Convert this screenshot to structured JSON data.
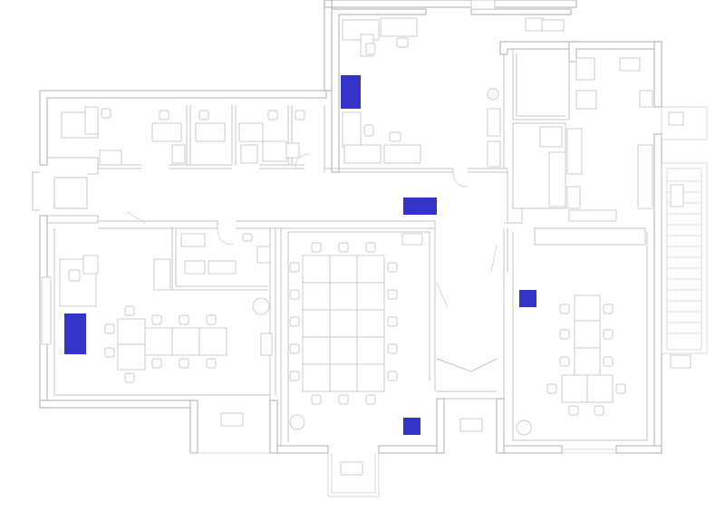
{
  "colors": {
    "marker": "#3434c8",
    "wall_line": "#bcbcbc",
    "furniture_line": "#c8c8c8",
    "background": "#ffffff"
  },
  "markers": [
    {
      "id": "marker-upper-office"
    },
    {
      "id": "marker-corridor"
    },
    {
      "id": "marker-left-office"
    },
    {
      "id": "marker-right-office"
    },
    {
      "id": "marker-meeting-room"
    }
  ]
}
